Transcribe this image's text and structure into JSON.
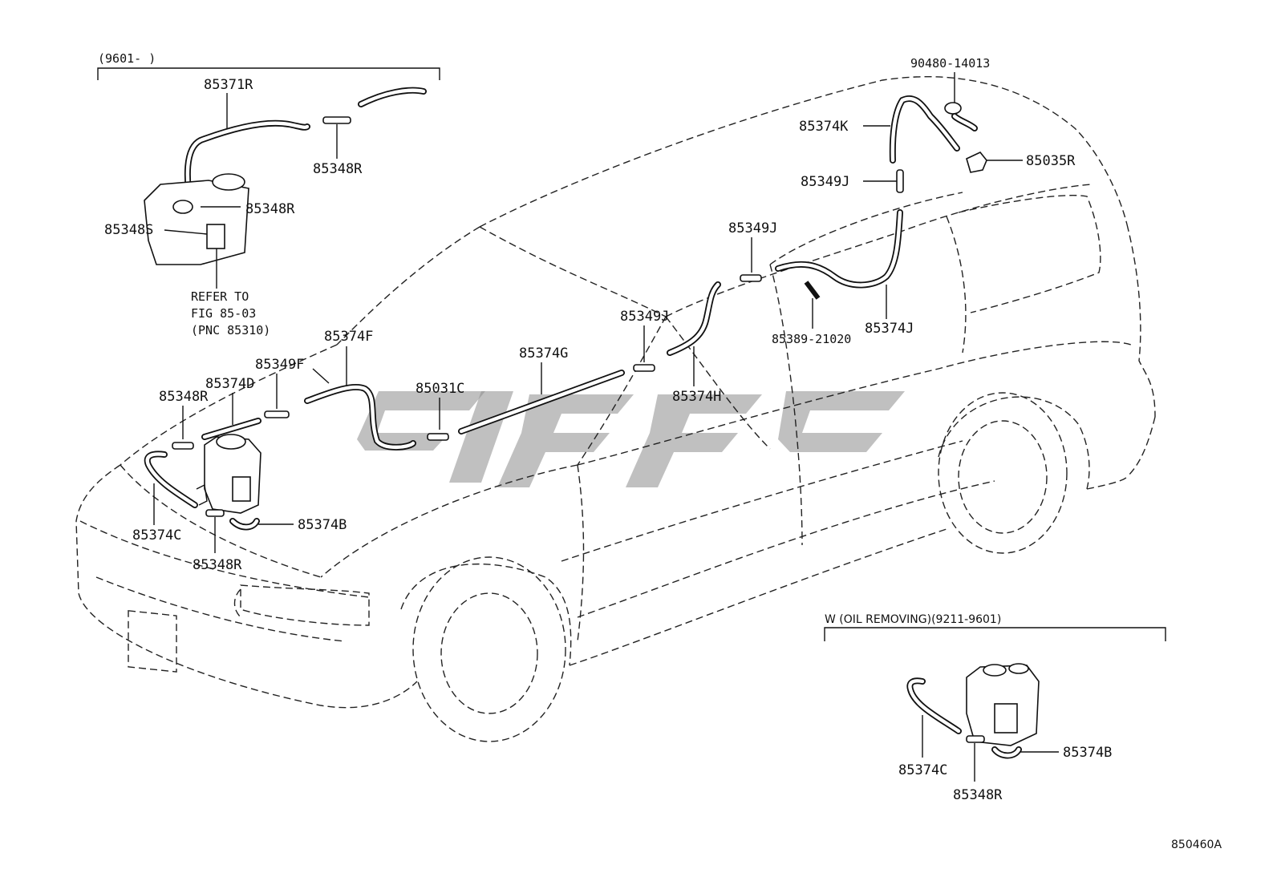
{
  "labels": {
    "bracket_top": "(9601-    )",
    "p85371R": "85371R",
    "p85348R_top1": "85348R",
    "p85348R_top2": "85348R",
    "p85348S": "85348S",
    "refer_line1": "REFER TO",
    "refer_line2": "FIG 85-03",
    "refer_line3": "(PNC 85310)",
    "p85374F": "85374F",
    "p85349F": "85349F",
    "p85374D": "85374D",
    "p85348R_left": "85348R",
    "p85031C": "85031C",
    "p85374G": "85374G",
    "p85374C": "85374C",
    "p85348R_bottom": "85348R",
    "p85374B": "85374B",
    "p85349J_mid": "85349J",
    "p85349J_roof": "85349J",
    "p85374H": "85374H",
    "p85389": "85389-21020",
    "p85374J": "85374J",
    "p90480": "90480-14013",
    "p85374K": "85374K",
    "p85349J_top": "85349J",
    "p85035R": "85035R",
    "inset_title": "W (OIL REMOVING)(9211-9601)",
    "inset_85374C": "85374C",
    "inset_85374B": "85374B",
    "inset_85348R": "85348R",
    "figure_code": "850460A"
  }
}
